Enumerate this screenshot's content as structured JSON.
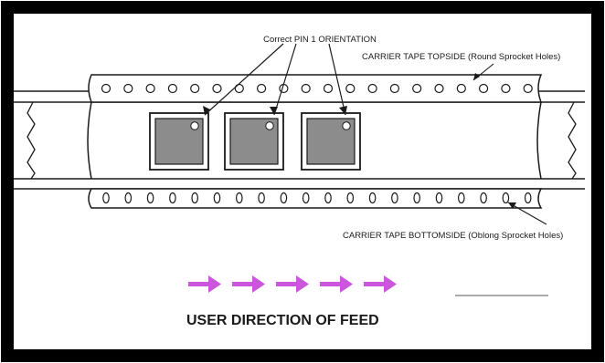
{
  "labels": {
    "pin1_orientation": "Correct PIN 1 ORIENTATION",
    "topside": "CARRIER TAPE TOPSIDE (Round Sprocket Holes)",
    "bottomside": "CARRIER TAPE BOTTOMSIDE (Oblong Sprocket Holes)",
    "feed_direction": "USER DIRECTION OF FEED"
  },
  "tape": {
    "round_hole_count": 20,
    "oblong_hole_count": 20,
    "component_count": 3,
    "feed_arrow_count": 5
  },
  "colors": {
    "frame": "#000000",
    "tape_outline": "#1a1a1a",
    "component_fill": "#8c8c8c",
    "feed_arrow": "#cc55dd",
    "text": "#1a1a1a"
  }
}
